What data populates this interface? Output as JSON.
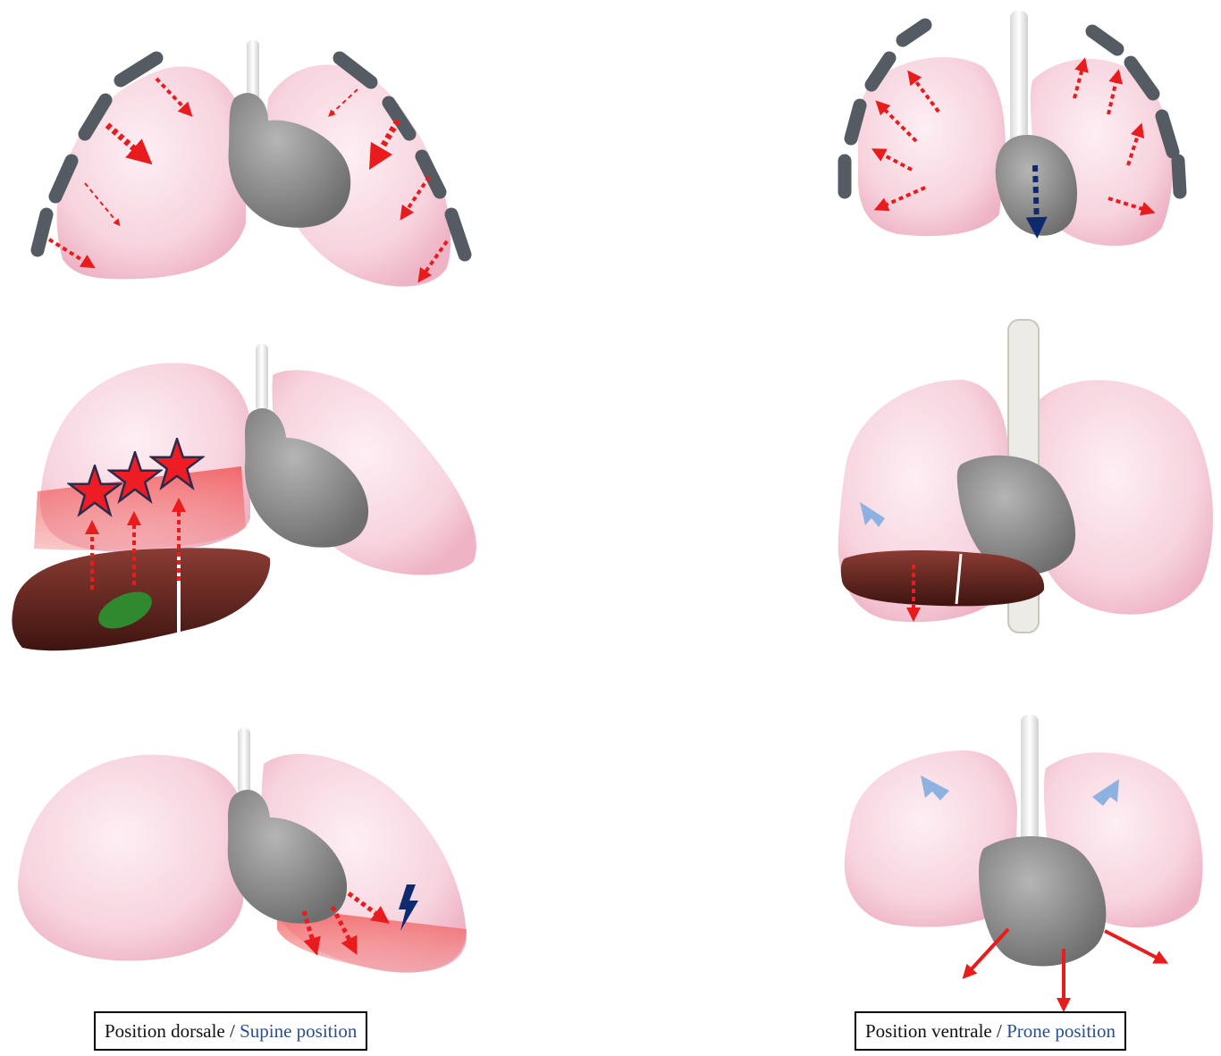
{
  "captions": {
    "supine": {
      "fr": "Position dorsale",
      "sep": " / ",
      "en": "Supine position"
    },
    "prone": {
      "fr": "Position ventrale",
      "sep": " / ",
      "en": "Prone position"
    }
  },
  "colors": {
    "lung": "#f6c9d6",
    "lung_light": "#fde7ee",
    "heart": "#8f8f8f",
    "liver": "#6a2a23",
    "gallbladder": "#2f8a2f",
    "compression_band": "#f25a5a",
    "arrow_red": "#e81c1c",
    "arrow_blue": "#0d2a6e",
    "arrow_lightblue": "#8fb1e0",
    "pad": "#555b62"
  },
  "icons": [
    "lung-shape",
    "heart-shape",
    "trachea-shape",
    "spine-shape",
    "liver-shape",
    "gallbladder-shape",
    "star-icon",
    "lightning-icon",
    "arrow-icon",
    "support-pad"
  ]
}
